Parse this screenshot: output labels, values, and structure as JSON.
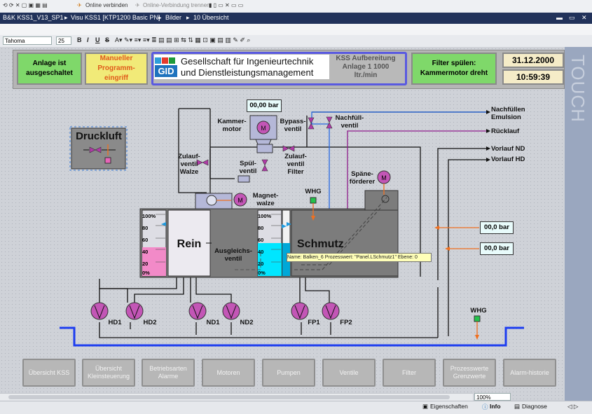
{
  "toolbar": {
    "online_connect": "Online verbinden",
    "online_disconnect": "Online-Verbindung trennen"
  },
  "breadcrumb": [
    "B&K KSS1_V13_SP1",
    "Visu KSS1 [KTP1200 Basic PN]",
    "Bilder",
    "10 Übersicht"
  ],
  "format_bar": {
    "font": "Tahoma",
    "size": "25",
    "bold": "B",
    "italic": "I",
    "underline": "U",
    "strike": "S"
  },
  "header": {
    "anlage_status": "Anlage ist ausgeschaltet",
    "manual": "Manueller Programm-eingriff",
    "logo": "GID",
    "company": "Gesellschaft für Ingenieurtechnik und Dienstleistungsmanagement",
    "kss": "KSS Aufbereitung Anlage 1 1000 ltr./min",
    "filter": "Filter spülen: Kammermotor dreht",
    "date": "31.12.2000",
    "time": "10:59:39"
  },
  "process": {
    "druckluft": "Druckluft",
    "pressure_top": "00,00 bar",
    "kammermotor": "Kammer-motor",
    "bypass": "Bypass-ventil",
    "nachfuell": "Nachfüll-ventil",
    "zulauf_walze": "Zulauf-ventil Walze",
    "spuel": "Spül-ventil",
    "zulauf_filter": "Zulauf-ventil Filter",
    "magnetwalze": "Magnet-walze",
    "spaene": "Späne-förderer",
    "whg": "WHG",
    "rein": "Rein",
    "schmutz": "Schmutz",
    "ausgleich": "Ausgleichs-ventil",
    "nachfuellen_emulsion": "Nachfüllen Emulsion",
    "ruecklauf": "Rücklauf",
    "vorlauf_nd": "Vorlauf ND",
    "vorlauf_hd": "Vorlauf HD",
    "pressure_nd": "00,0 bar",
    "pressure_hd": "00,0 bar",
    "tooltip": "Name: Balken_6  Prozesswert: \"Panel.LSchmutz1\"  Ebene: 0",
    "scale": [
      "100%",
      "80",
      "60",
      "40",
      "20",
      "0%"
    ],
    "pumps": [
      "HD1",
      "HD2",
      "ND1",
      "ND2",
      "FP1",
      "FP2"
    ],
    "whg2": "WHG"
  },
  "nav": [
    "Übersicht KSS",
    "Übersicht Kleinsteuerung",
    "Betriebsarten Alarme",
    "Motoren",
    "Pumpen",
    "Ventile",
    "Filter",
    "Prozesswerte Grenzwerte",
    "Alarm-historie"
  ],
  "touch": "TOUCH",
  "status": {
    "zoom": "100%",
    "tab_props": "Eigenschaften",
    "tab_info": "Info",
    "tab_diag": "Diagnose"
  },
  "colors": {
    "header_green": "#7fd86a",
    "header_yellow": "#f1ea78",
    "header_blue": "#5a5ae0",
    "tank_pink": "#f28ac8",
    "tank_cyan": "#00e6ff",
    "valve_purple": "#b03aa7",
    "pipe_blue": "#1d3df0",
    "pipe_orange": "#f07020"
  }
}
